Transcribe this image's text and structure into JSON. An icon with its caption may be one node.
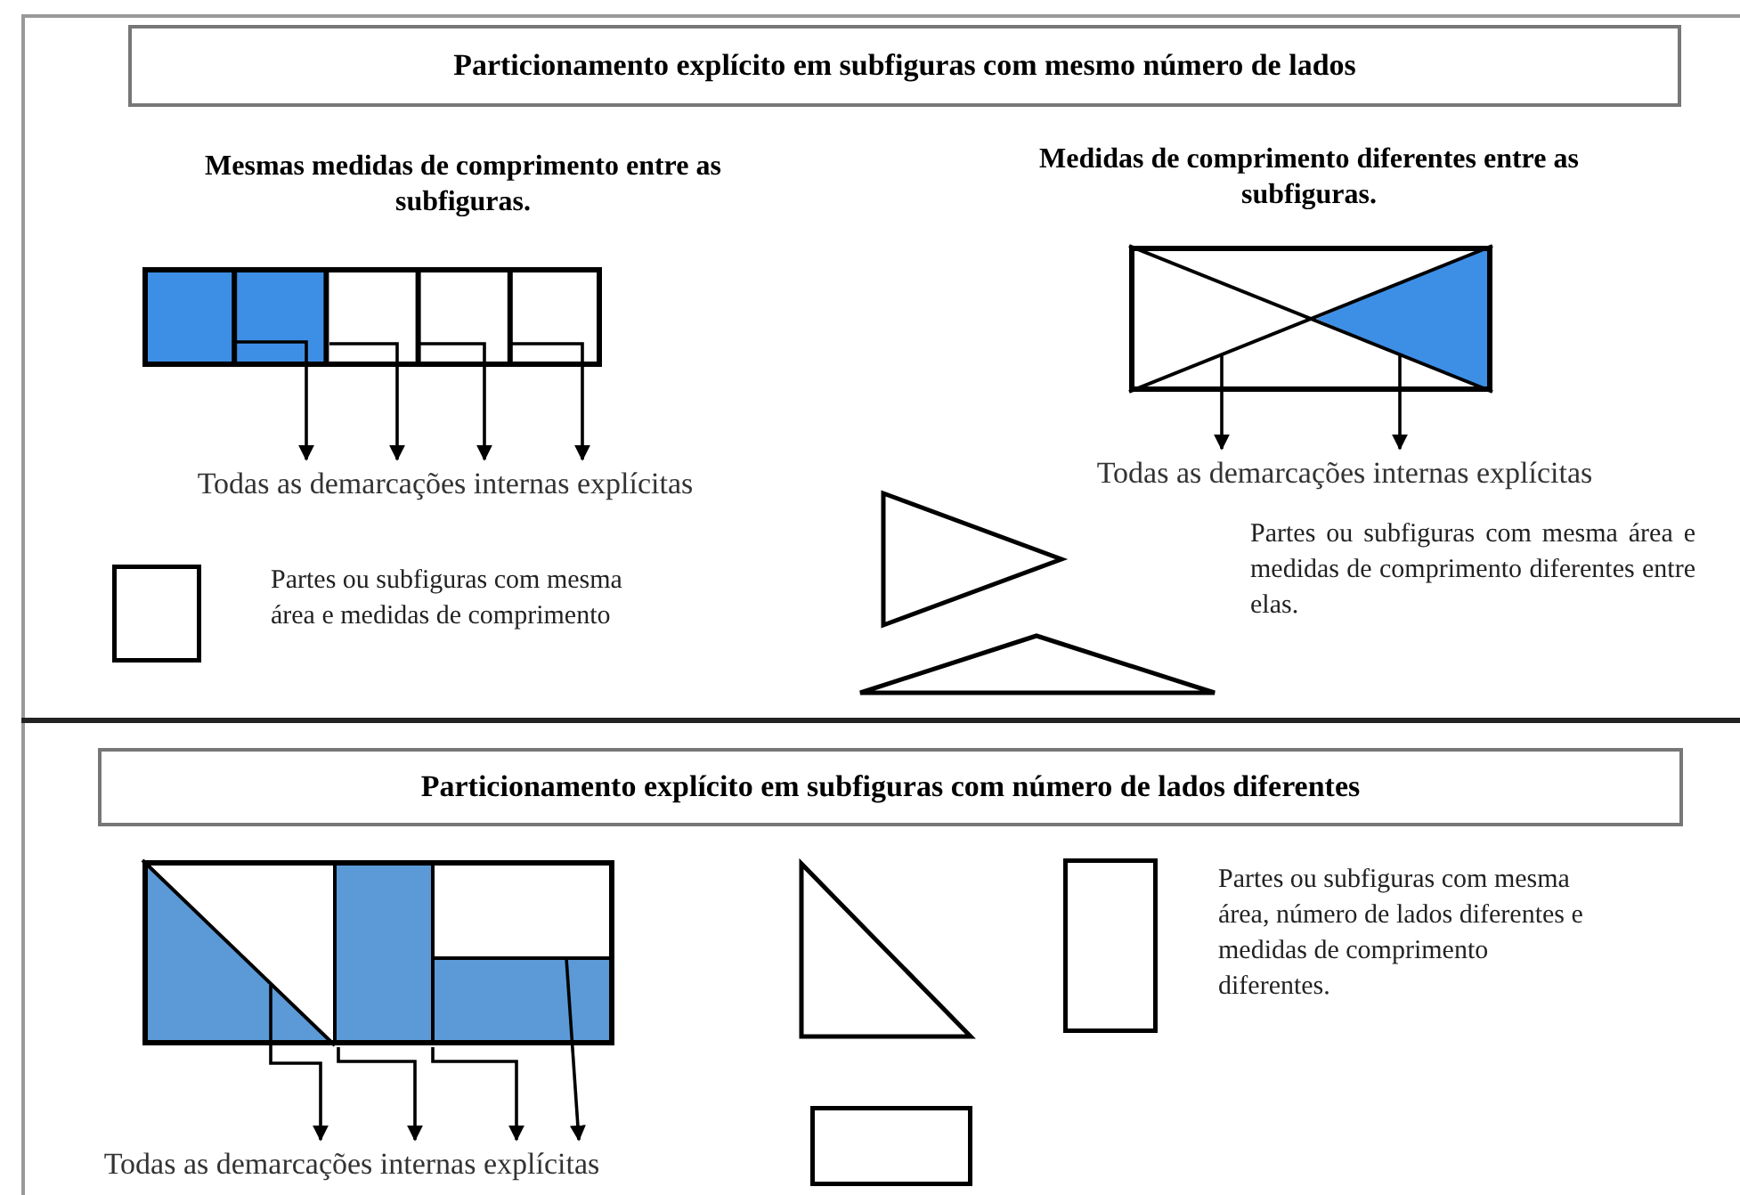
{
  "diagram": {
    "nodes": [
      {
        "text": [
          "Particionamento explícito em subfiguras com mesmo número de lados"
        ]
      },
      {
        "text": [],
        "shape": "picture"
      },
      {
        "text": [
          "Todas as demarcações internas explícitas"
        ]
      },
      {
        "text": [],
        "shape": "picture"
      },
      {
        "text": [
          "Todas as demarcações internas explícitas"
        ]
      },
      {
        "text": [
          "Particionamento explícito em subfiguras com número de lados diferentes"
        ]
      },
      {
        "text": [],
        "shape": "picture"
      },
      {
        "text": [
          "Todas as demarcações internas explícitas"
        ]
      },
      {
        "text": [],
        "shape": "box"
      },
      {
        "text": [],
        "shape": "triangle"
      },
      {
        "text": [],
        "shape": "triangle"
      },
      {
        "text": [],
        "shape": "triangle"
      },
      {
        "text": [],
        "shape": "box"
      },
      {
        "text": [],
        "shape": "box"
      }
    ],
    "edges": [
      {
        "from": 1,
        "to": 2,
        "arrow": "to"
      },
      {
        "from": 1,
        "to": 2,
        "arrow": "to"
      },
      {
        "from": 1,
        "to": 2,
        "arrow": "to"
      },
      {
        "from": 1,
        "to": 2,
        "arrow": "to"
      },
      {
        "from": 3,
        "to": 4,
        "arrow": "to"
      },
      {
        "from": 3,
        "to": 4,
        "arrow": "to"
      },
      {
        "from": 6,
        "to": 7,
        "arrow": "to"
      },
      {
        "from": 6,
        "to": 7,
        "arrow": "to"
      },
      {
        "from": 6,
        "to": 7,
        "arrow": "to"
      },
      {
        "from": 6,
        "to": 7,
        "arrow": "to"
      }
    ],
    "labels": [
      "Mesmas medidas de comprimento entre as subfiguras.",
      "Medidas de comprimento diferentes entre as subfiguras.",
      "Partes ou subfiguras com mesma área e medidas de comprimento",
      "Partes ou subfiguras com mesma área e medidas de comprimento diferentes entre elas.",
      "Partes ou subfiguras com mesma área, número de lados diferentes e medidas de comprimento diferentes."
    ]
  }
}
